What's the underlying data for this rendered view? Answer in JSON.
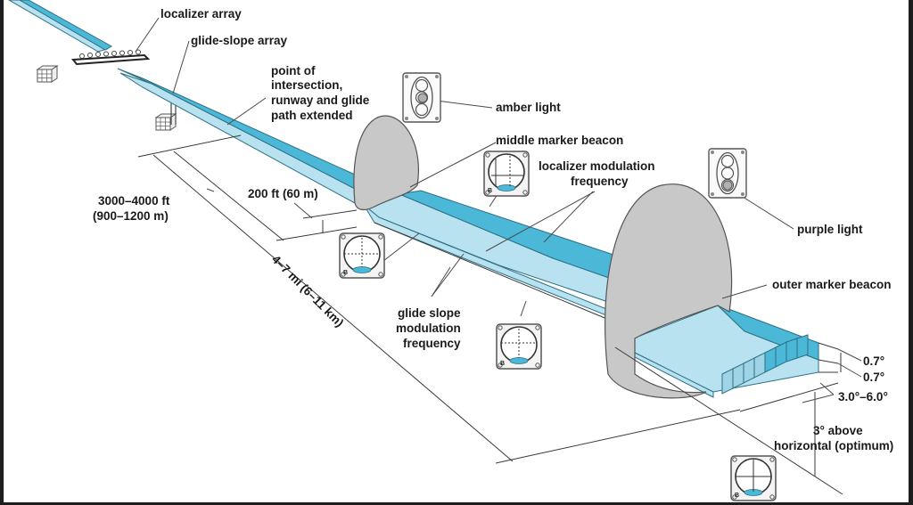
{
  "diagram": {
    "subject": "Instrument Landing System (ILS) components",
    "colors": {
      "localizer_beam": "#4bb8d8",
      "glide_slope_beam": "#b8e2ef",
      "marker_beacon": "#c8c8c8",
      "line": "#3a3a3a",
      "background": "#ffffff"
    },
    "labels": {
      "localizer_array": "localizer array",
      "glide_slope_array": "glide-slope array",
      "intersection": [
        "point of",
        "intersection,",
        "runway and glide",
        "path extended"
      ],
      "amber_light": "amber light",
      "middle_marker": "middle marker beacon",
      "localizer_modulation": [
        "localizer modulation",
        "frequency"
      ],
      "purple_light": "purple light",
      "outer_marker": "outer marker beacon",
      "glide_slope_modulation": [
        "glide slope",
        "modulation",
        "frequency"
      ],
      "middle_distance": [
        "3000–4000 ft",
        "(900–1200 m)"
      ],
      "height_200": "200 ft (60 m)",
      "outer_distance": "4–7 mi (6–11 km)",
      "angle_upper": "0.7°",
      "angle_lower": "0.7°",
      "width_angle": "3.0°–6.0°",
      "glide_angle": [
        "3° above",
        "horizontal (optimum)"
      ]
    },
    "icons": {
      "building": "building-icon",
      "antenna": "antenna-array-icon",
      "marker_light": "marker-light-panel-icon",
      "cdi": "course-deviation-indicator-icon"
    }
  }
}
